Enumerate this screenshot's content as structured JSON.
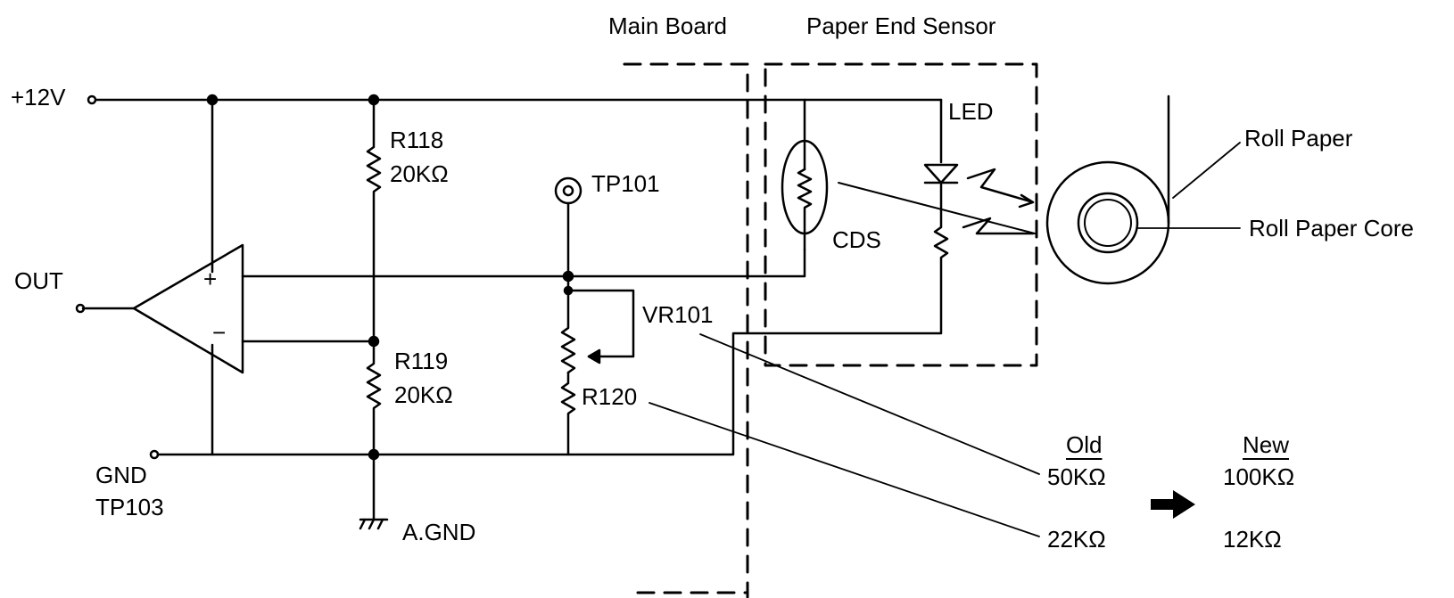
{
  "labels": {
    "main_board": "Main Board",
    "paper_end_sensor": "Paper End Sensor",
    "v12": "+12V",
    "out": "OUT",
    "gnd": "GND",
    "tp103": "TP103",
    "r118": "R118",
    "r118_val": "20KΩ",
    "r119": "R119",
    "r119_val": "20KΩ",
    "tp101": "TP101",
    "vr101": "VR101",
    "r120": "R120",
    "agnd": "A.GND",
    "led": "LED",
    "cds": "CDS",
    "roll_paper": "Roll Paper",
    "roll_paper_core": "Roll Paper Core",
    "plus": "+",
    "minus": "−"
  },
  "change_table": {
    "old_header": "Old",
    "new_header": "New",
    "vr101_old": "50KΩ",
    "vr101_new": "100KΩ",
    "r120_old": "22KΩ",
    "r120_new": "12KΩ"
  },
  "colors": {
    "ink": "#000000",
    "paper": "#ffffff"
  }
}
